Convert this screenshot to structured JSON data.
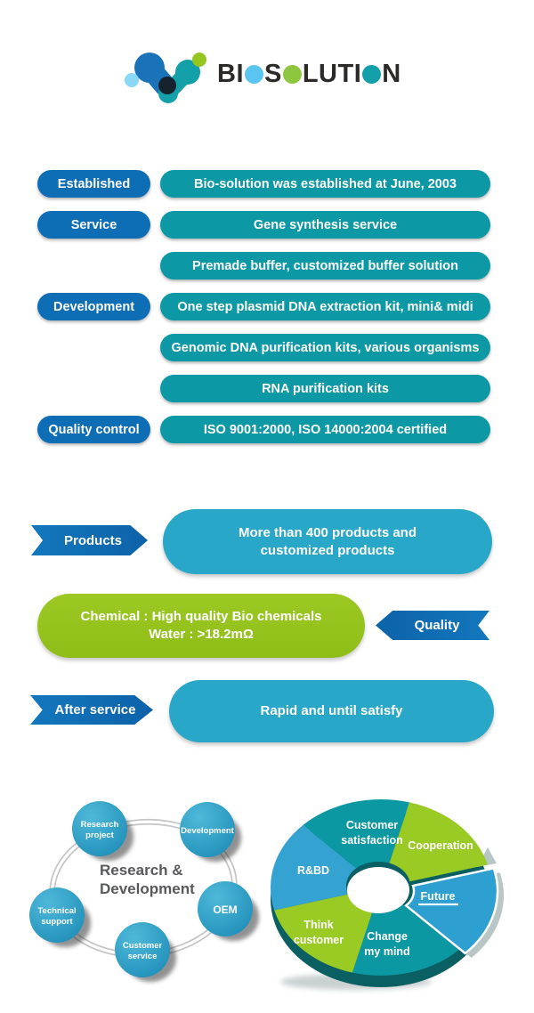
{
  "brand": "BIOSOLUTION",
  "logo": {
    "segments": [
      "BI",
      "S",
      "LUTI",
      "N"
    ],
    "dot_colors": [
      "#5bc5f2",
      "#8dc63f",
      "#14a0ab"
    ],
    "text_color": "#2b2a29"
  },
  "colors": {
    "label_pill_blue": "#0d6eb5",
    "info_pill_teal": "#0d98a6",
    "bubble_blue": "#29a7c8",
    "bubble_green": "#96c31d",
    "donut_rim": "#0a5f63",
    "silver_arrow": "#b9c6c6"
  },
  "info_rows": [
    {
      "label": "Established",
      "text": "Bio-solution was established at June, 2003"
    },
    {
      "label": "Service",
      "text": "Gene synthesis service"
    },
    {
      "label": "",
      "text": "Premade buffer, customized buffer solution"
    },
    {
      "label": "Development",
      "text": "One step plasmid DNA extraction kit, mini& midi"
    },
    {
      "label": "",
      "text": "Genomic DNA purification kits, various organisms"
    },
    {
      "label": "",
      "text": "RNA purification kits"
    },
    {
      "label": "Quality control",
      "text": "ISO 9001:2000, ISO 14000:2004 certified"
    }
  ],
  "promo": {
    "products": {
      "tag": "Products",
      "lines": [
        "More than 400 products and",
        "customized products"
      ]
    },
    "quality": {
      "tag": "Quality",
      "lines": [
        "Chemical : High quality Bio chemicals",
        "Water : >18.2mΩ"
      ]
    },
    "after_service": {
      "tag": "After service",
      "lines": [
        "Rapid and until satisfy"
      ]
    }
  },
  "rd_diagram": {
    "center": [
      "Research &",
      "Development"
    ],
    "nodes": [
      {
        "label": "Research project",
        "lines": [
          "Research",
          "project"
        ]
      },
      {
        "label": "Development",
        "lines": [
          "Development"
        ]
      },
      {
        "label": "OEM",
        "lines": [
          "OEM"
        ]
      },
      {
        "label": "Customer service",
        "lines": [
          "Customer",
          "service"
        ]
      },
      {
        "label": "Technical support",
        "lines": [
          "Technical",
          "support"
        ]
      }
    ]
  },
  "chart_data": {
    "type": "pie",
    "donut": true,
    "title": "",
    "legend_position": "none",
    "segments": [
      {
        "label": "Customer satisfaction",
        "label_lines": [
          "Customer",
          "satisfaction"
        ],
        "value": 16.7,
        "color": "#0b98a2",
        "start_deg": 75,
        "end_deg": 135,
        "exploded": false
      },
      {
        "label": "Cooperation",
        "label_lines": [
          "Cooperation"
        ],
        "value": 16.7,
        "color": "#9aca24",
        "start_deg": 15,
        "end_deg": 75,
        "exploded": false
      },
      {
        "label": "R&BD",
        "label_lines": [
          "R&BD"
        ],
        "value": 16.7,
        "color": "#35a3d2",
        "start_deg": 135,
        "end_deg": 195,
        "exploded": false
      },
      {
        "label": "Think customer",
        "label_lines": [
          "Think",
          "customer"
        ],
        "value": 16.7,
        "color": "#9aca24",
        "start_deg": 195,
        "end_deg": 255,
        "exploded": false
      },
      {
        "label": "Change my mind",
        "label_lines": [
          "Change",
          "my mind"
        ],
        "value": 16.7,
        "color": "#0b98a2",
        "start_deg": 255,
        "end_deg": 315,
        "exploded": false
      },
      {
        "label": "Future",
        "label_lines": [
          "Future"
        ],
        "value": 16.7,
        "color": "#2d9fd0",
        "start_deg": -45,
        "end_deg": 15,
        "exploded": true,
        "underlined": true
      }
    ]
  }
}
